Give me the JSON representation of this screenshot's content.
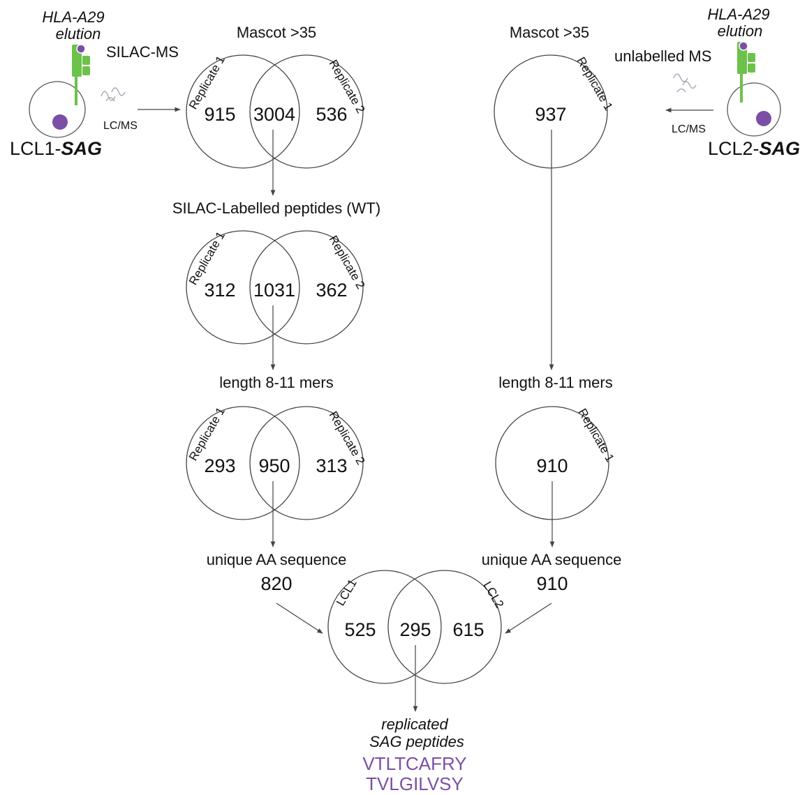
{
  "left_cell": {
    "hla_line1": "HLA-A29",
    "hla_line2": "elution",
    "method": "SILAC-MS",
    "lcms": "LC/MS",
    "name_prefix": "LCL1-",
    "name_gene": "SAG"
  },
  "right_cell": {
    "hla_line1": "HLA-A29",
    "hla_line2": "elution",
    "method": "unlabelled MS",
    "lcms": "LC/MS",
    "name_prefix": "LCL2-",
    "name_gene": "SAG"
  },
  "left_column": {
    "filter1": "Mascot >35",
    "venn1": {
      "set_a": "Replicate 1",
      "set_b": "Replicate 2",
      "only_a": "915",
      "both": "3004",
      "only_b": "536"
    },
    "filter2": "SILAC-Labelled peptides (WT)",
    "venn2": {
      "set_a": "Replicate 1",
      "set_b": "Replicate 2",
      "only_a": "312",
      "both": "1031",
      "only_b": "362"
    },
    "filter3": "length 8-11 mers",
    "venn3": {
      "set_a": "Replicate 1",
      "set_b": "Replicate 2",
      "only_a": "293",
      "both": "950",
      "only_b": "313"
    },
    "filter4": "unique AA sequence",
    "unique_count": "820"
  },
  "right_column": {
    "filter1": "Mascot >35",
    "circle1": {
      "set": "Replicate 1",
      "count": "937"
    },
    "filter3": "length 8-11 mers",
    "circle2": {
      "set": "Replicate 1",
      "count": "910"
    },
    "filter4": "unique AA sequence",
    "unique_count": "910"
  },
  "final_venn": {
    "set_a": "LCL1",
    "set_b": "LCL2",
    "only_a": "525",
    "both": "295",
    "only_b": "615"
  },
  "result": {
    "line1": "replicated",
    "line2": "SAG peptides",
    "peptides": [
      "VTLTCAFRY",
      "TVLGILVSY"
    ]
  },
  "colors": {
    "purple": "#7b4fa6",
    "green": "#6cc24a",
    "line": "#444444"
  }
}
